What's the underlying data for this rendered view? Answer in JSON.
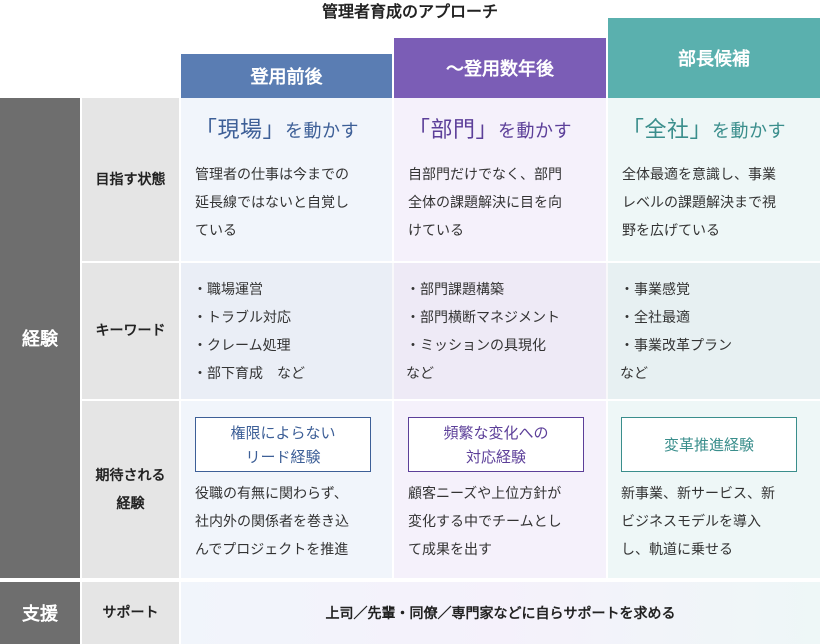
{
  "title": "管理者育成のアプローチ",
  "columns": [
    {
      "label": "登用前後",
      "color": "#5a7db3"
    },
    {
      "label": "～登用数年後",
      "color": "#7b5db6"
    },
    {
      "label": "部長候補",
      "color": "#5ab0ae"
    }
  ],
  "sections": {
    "experience": "経験",
    "support": "支援"
  },
  "rows": {
    "goal": "目指す状態",
    "keyword": "キーワード",
    "expected_line1": "期待される",
    "expected_line2": "経験",
    "support": "サポート"
  },
  "cells": {
    "goal": [
      {
        "bracket_open": "「",
        "word": "現場",
        "bracket_close": "」",
        "suffix": "を動かす",
        "lines": [
          "管理者の仕事は今までの",
          "延長線ではないと自覚し",
          "ている"
        ]
      },
      {
        "bracket_open": "「",
        "word": "部門",
        "bracket_close": "」",
        "suffix": "を動かす",
        "lines": [
          "自部門だけでなく、部門",
          "全体の課題解決に目を向",
          "けている"
        ]
      },
      {
        "bracket_open": "「",
        "word": "全社",
        "bracket_close": "」",
        "suffix": "を動かす",
        "lines": [
          "全体最適を意識し、事業",
          "レベルの課題解決まで視",
          "野を広げている"
        ]
      }
    ],
    "keyword": [
      [
        "・職場運営",
        "・トラブル対応",
        "・クレーム処理",
        "・部下育成　など"
      ],
      [
        "・部門課題構築",
        "・部門横断マネジメント",
        "・ミッションの具現化",
        "など"
      ],
      [
        "・事業感覚",
        "・全社最適",
        "・事業改革プラン",
        "など"
      ]
    ],
    "expected": [
      {
        "box": [
          "権限によらない",
          "リード経験"
        ],
        "lines": [
          "役職の有無に関わらず、",
          "社内外の関係者を巻き込",
          "んでプロジェクトを推進"
        ]
      },
      {
        "box": [
          "頻繁な変化への",
          "対応経験"
        ],
        "lines": [
          "顧客ニーズや上位方針が",
          "変化する中でチームとし",
          "て成果を出す"
        ]
      },
      {
        "box": [
          "変革推進経験"
        ],
        "lines": [
          "新事業、新サービス、新",
          "ビジネスモデルを導入",
          "し、軌道に乗せる"
        ]
      }
    ]
  },
  "support_text": "上司／先輩・同僚／専門家などに自らサポートを求める",
  "palette": {
    "col1_text": "#3d5f97",
    "col2_text": "#5c3f99",
    "col3_text": "#3a8e8c",
    "col1_bg": "#f1f5fb",
    "col2_bg": "#f5f1fb",
    "col3_bg": "#eef7f7",
    "row_label_bg": "#e5e5e5"
  }
}
